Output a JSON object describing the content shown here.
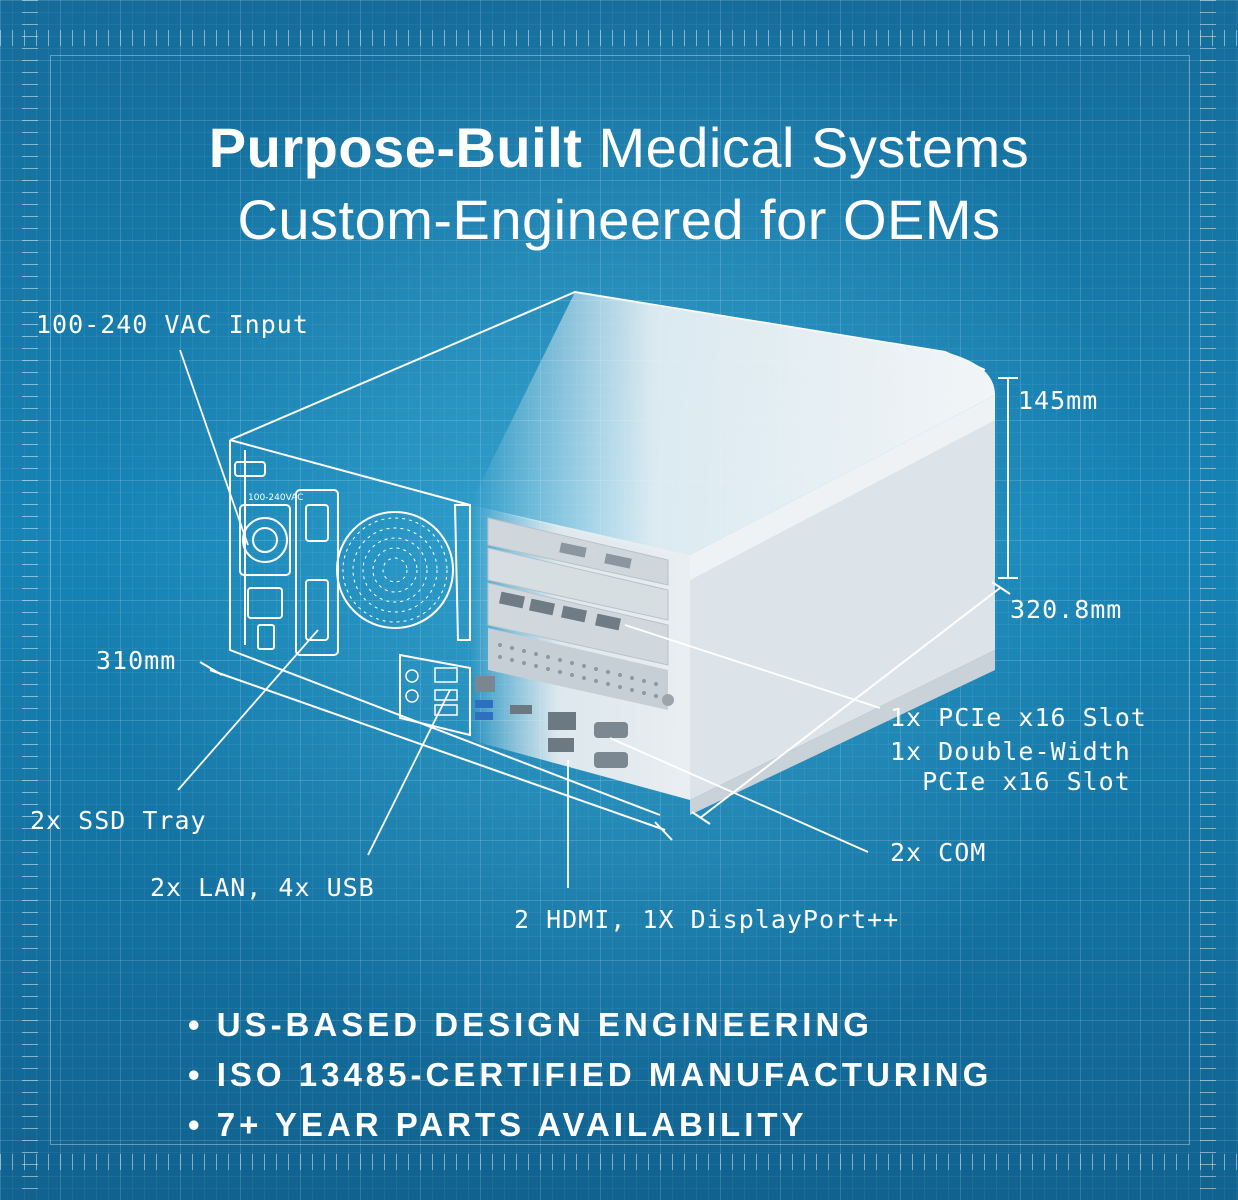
{
  "headline": {
    "line1_bold": "Purpose-Built",
    "line1_rest": " Medical Systems",
    "line2": "Custom-Engineered for OEMs"
  },
  "callouts": {
    "power": "100-240 VAC Input",
    "height": "145mm",
    "depth": "320.8mm",
    "width": "310mm",
    "pcie1": "1x PCIe x16 Slot",
    "pcie2": "1x Double-Width",
    "pcie3": "  PCIe x16 Slot",
    "ssd": "2x SSD Tray",
    "com": "2x COM",
    "lan_usb": "2x LAN, 4x USB",
    "video": "2 HDMI, 1X DisplayPort++"
  },
  "device_labels": {
    "psu": "100-240VAC"
  },
  "bullets": [
    "• US-BASED DESIGN ENGINEERING",
    "• ISO 13485-CERTIFIED MANUFACTURING",
    "• 7+ YEAR PARTS AVAILABILITY"
  ]
}
